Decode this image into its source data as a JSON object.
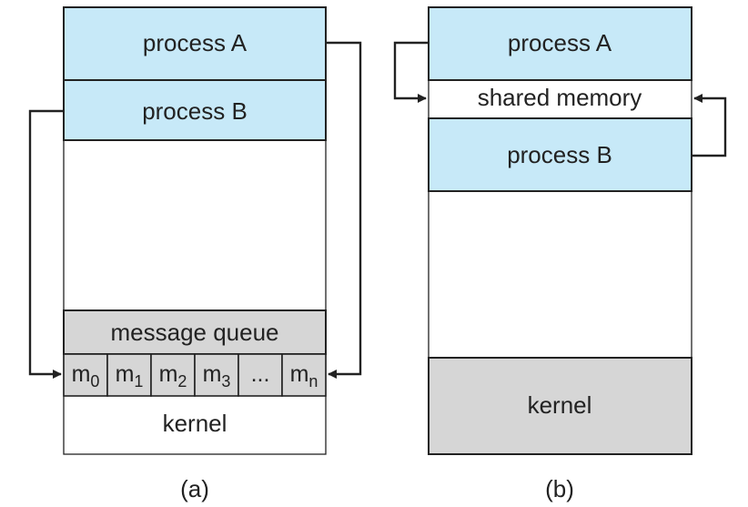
{
  "diagram_a": {
    "process_a": "process A",
    "process_b": "process B",
    "message_queue": "message queue",
    "cells": [
      {
        "base": "m",
        "sub": "0"
      },
      {
        "base": "m",
        "sub": "1"
      },
      {
        "base": "m",
        "sub": "2"
      },
      {
        "base": "m",
        "sub": "3"
      },
      {
        "base": "...",
        "sub": ""
      },
      {
        "base": "m",
        "sub": "n"
      }
    ],
    "kernel": "kernel",
    "caption": "(a)"
  },
  "diagram_b": {
    "process_a": "process A",
    "shared_memory": "shared memory",
    "process_b": "process B",
    "kernel": "kernel",
    "caption": "(b)"
  },
  "colors": {
    "process_fill": "#c7e9f8",
    "kernel_fill": "#d6d6d6",
    "outline": "#222222"
  }
}
